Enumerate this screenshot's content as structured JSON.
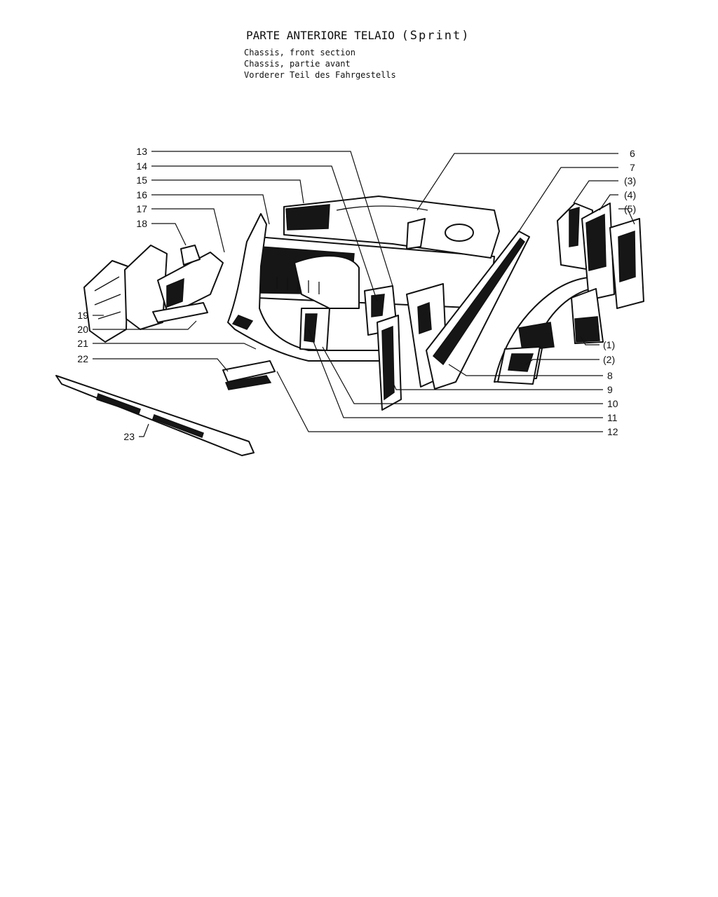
{
  "title": {
    "main": "PARTE ANTERIORE TELAIO",
    "variant": "(Sprint)"
  },
  "subtitles": [
    "Chassis, front section",
    "Chassis, partie avant",
    "Vorderer Teil des Fahrgestells"
  ],
  "callouts_left": [
    "13",
    "14",
    "15",
    "16",
    "17",
    "18",
    "19",
    "20",
    "21",
    "22",
    "23"
  ],
  "callouts_right": [
    "6",
    "7",
    "(3)",
    "(4)",
    "(5)",
    "(1)",
    "(2)",
    "8",
    "9",
    "10",
    "11",
    "12"
  ]
}
